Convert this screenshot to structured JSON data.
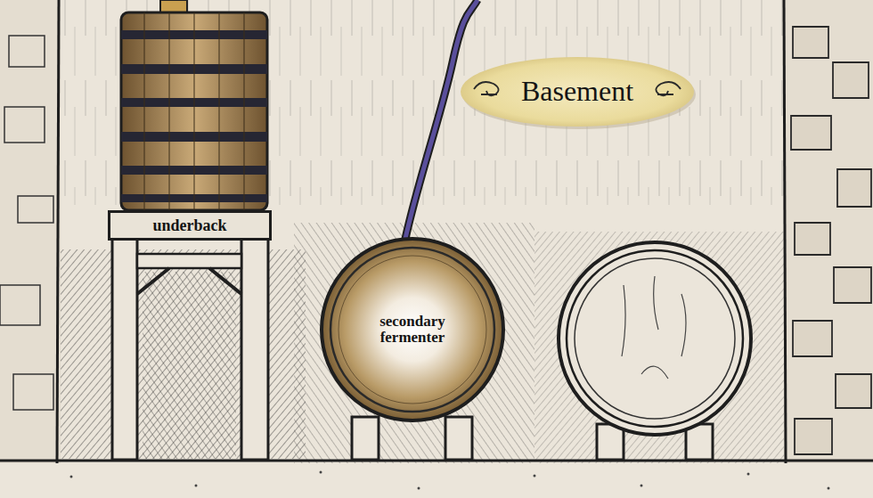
{
  "diagram": {
    "nodes": [
      {
        "text": [
          "Basement"
        ]
      },
      {
        "text": [
          "underback"
        ]
      },
      {
        "text": [
          "secondary fermenter"
        ]
      }
    ]
  }
}
